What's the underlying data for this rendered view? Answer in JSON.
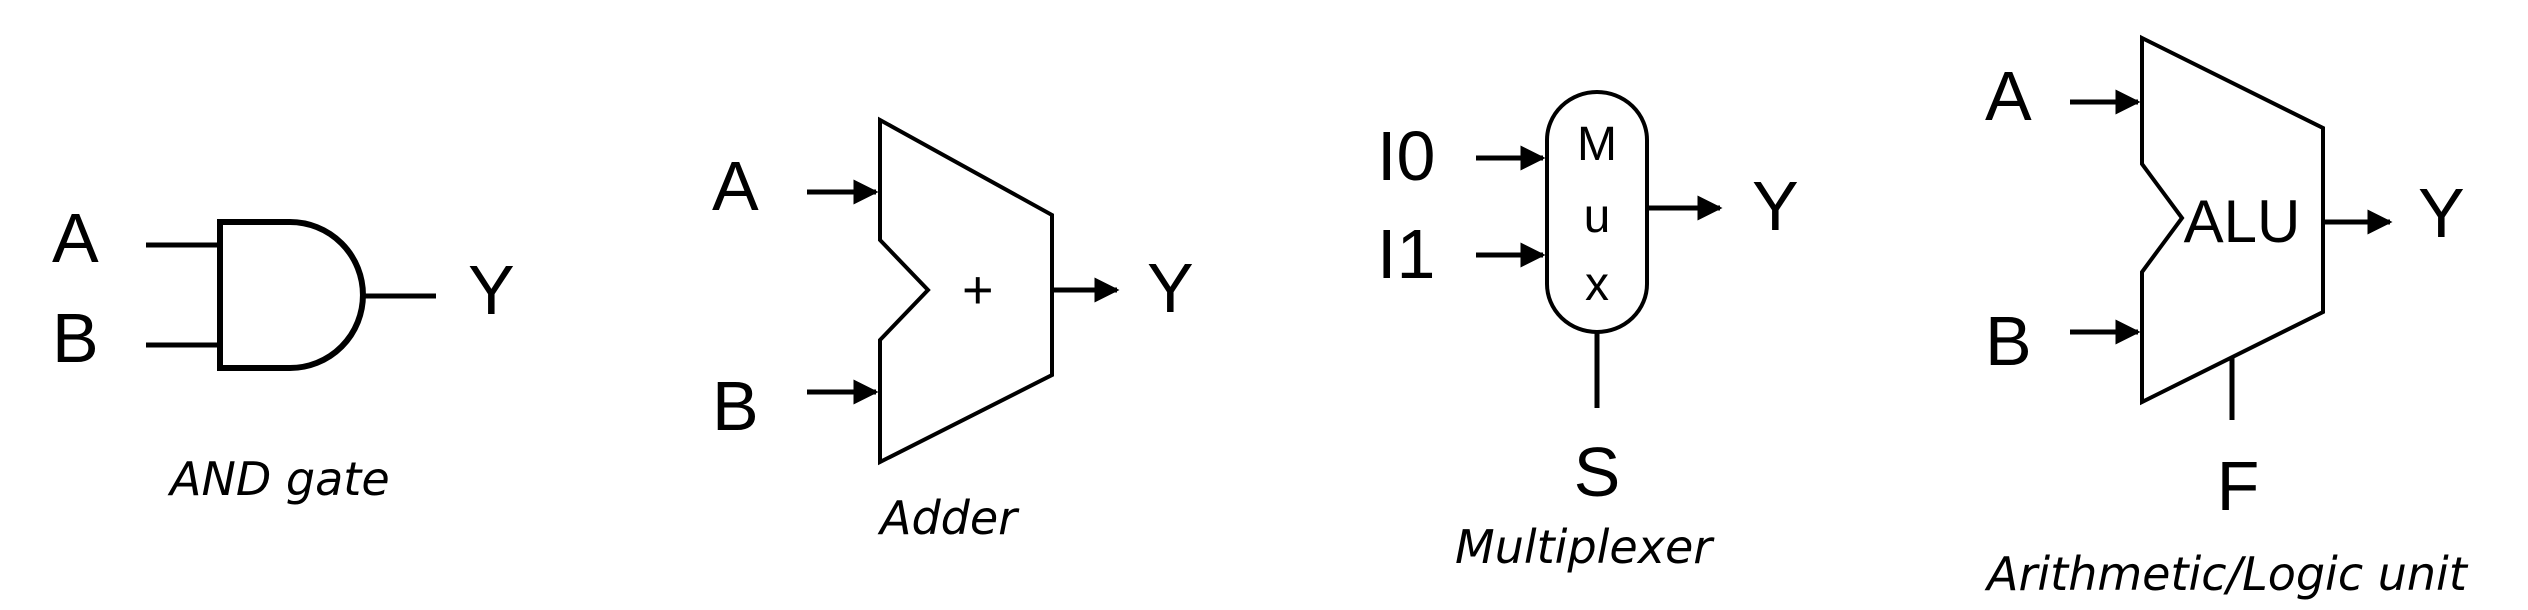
{
  "and_gate": {
    "inputs": [
      "A",
      "B"
    ],
    "output": "Y",
    "caption": "AND gate"
  },
  "adder": {
    "inputs": [
      "A",
      "B"
    ],
    "symbol": "+",
    "output": "Y",
    "caption": "Adder"
  },
  "mux": {
    "inputs": [
      "I0",
      "I1"
    ],
    "body_letters": [
      "M",
      "u",
      "x"
    ],
    "output": "Y",
    "select": "S",
    "caption": "Multiplexer"
  },
  "alu": {
    "inputs": [
      "A",
      "B"
    ],
    "symbol": "ALU",
    "output": "Y",
    "function_select": "F",
    "caption": "Arithmetic/Logic unit"
  },
  "line_color": "#000000"
}
